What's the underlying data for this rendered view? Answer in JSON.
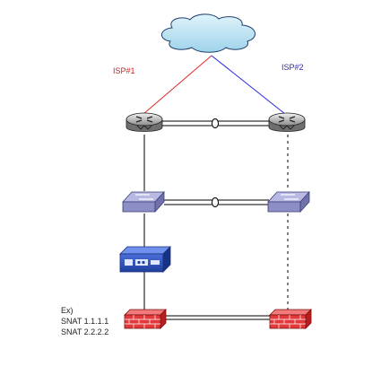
{
  "labels": {
    "isp1": "ISP#1",
    "isp2": "ISP#2"
  },
  "note": {
    "line1": "Ex)",
    "line2": "SNAT 1.1.1.1",
    "line3": "SNAT 2.2.2.2"
  },
  "nodes": [
    {
      "id": "cloud",
      "icon": "cloud-icon"
    },
    {
      "id": "router-1",
      "icon": "router-icon"
    },
    {
      "id": "router-2",
      "icon": "router-icon"
    },
    {
      "id": "switch-1",
      "icon": "switch-icon"
    },
    {
      "id": "switch-2",
      "icon": "switch-icon"
    },
    {
      "id": "load-balancer",
      "icon": "load-balancer-icon"
    },
    {
      "id": "firewall-1",
      "icon": "firewall-icon"
    },
    {
      "id": "firewall-2",
      "icon": "firewall-icon"
    }
  ],
  "colors": {
    "isp1_link": "#e02828",
    "isp2_link": "#2828e0",
    "cloud_fill": "#bfe4f2",
    "device_fill": "#8d8fc4",
    "firewall_fill": "#e23a3a"
  }
}
